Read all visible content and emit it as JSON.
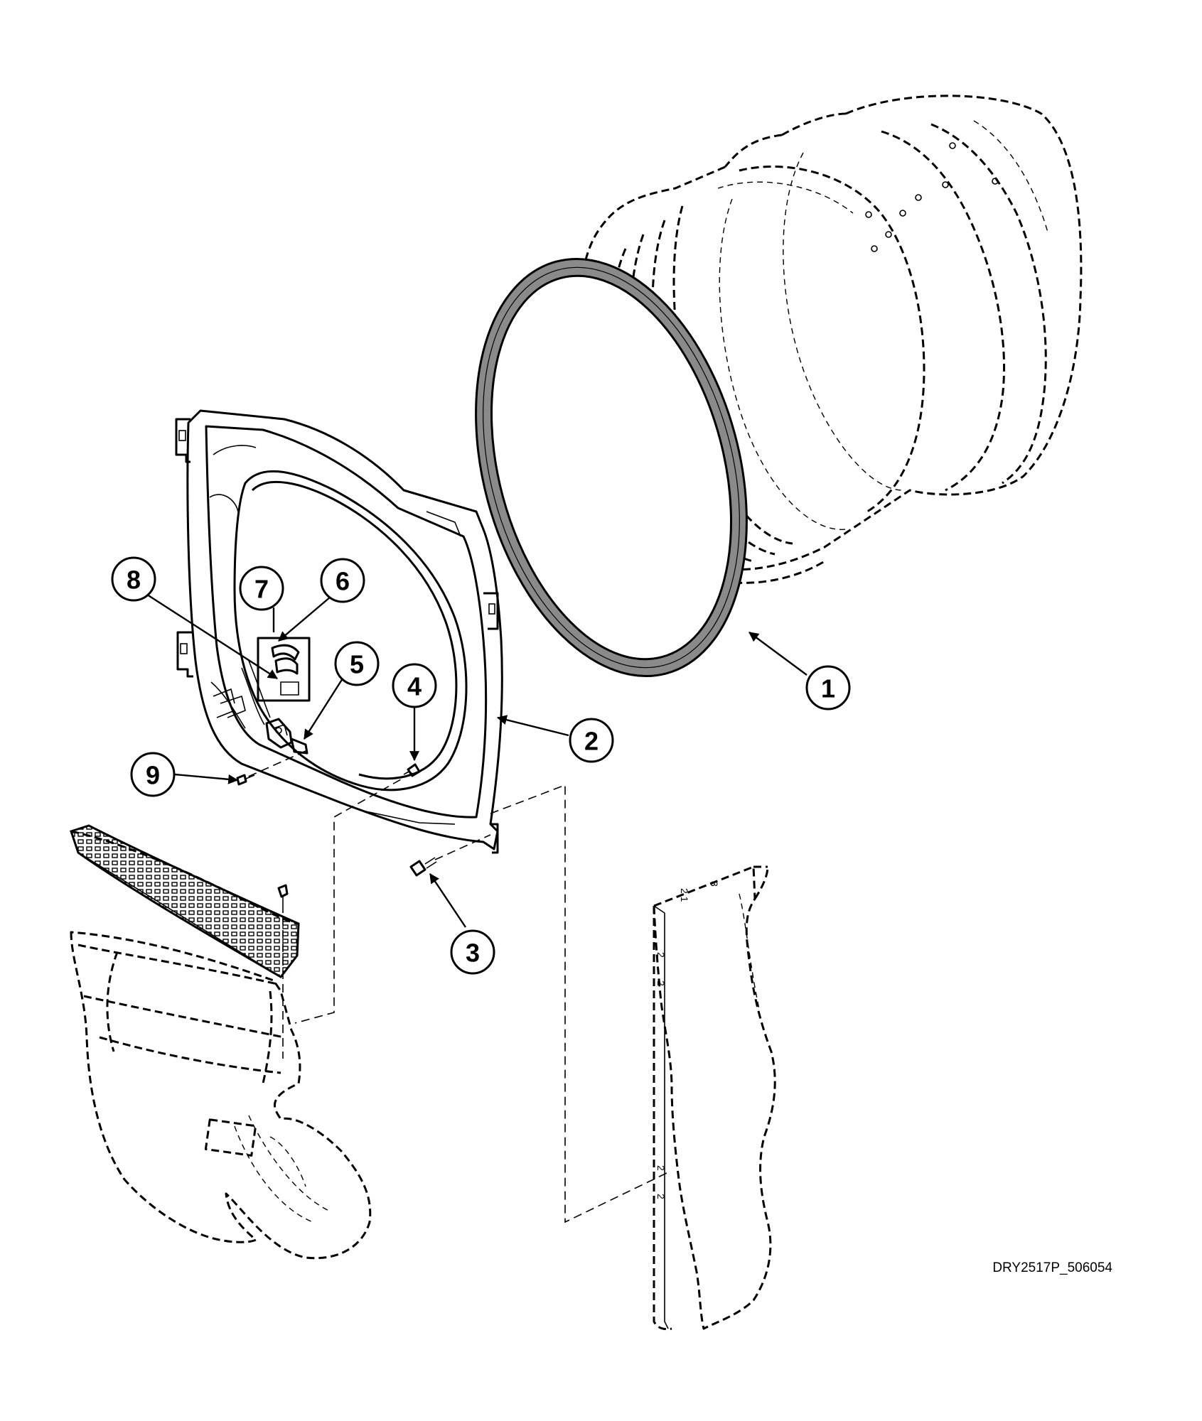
{
  "figure": {
    "drawing_code": "DRY2517P_506054"
  },
  "callouts": [
    {
      "id": "1",
      "label": "1"
    },
    {
      "id": "2",
      "label": "2"
    },
    {
      "id": "3",
      "label": "3"
    },
    {
      "id": "4",
      "label": "4"
    },
    {
      "id": "5",
      "label": "5"
    },
    {
      "id": "6",
      "label": "6"
    },
    {
      "id": "7",
      "label": "7"
    },
    {
      "id": "8",
      "label": "8"
    },
    {
      "id": "9",
      "label": "9"
    }
  ],
  "colors": {
    "line": "#000000",
    "background": "#ffffff",
    "seal_fill": "#8a8a8a"
  }
}
